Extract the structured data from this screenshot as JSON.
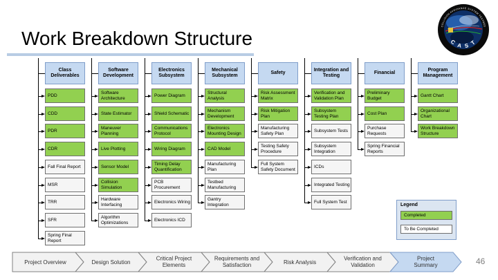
{
  "slide": {
    "title": "Work Breakdown Structure",
    "page_number": "46"
  },
  "logo": {
    "ring_text": "COLLISION AVOIDANCE SYSTEM TESTBED",
    "bottom_text": "C A S T"
  },
  "colors": {
    "title_rule": "#B8CCE4",
    "header_fill": "#C5D9F1",
    "header_border": "#7F9DC9",
    "completed_fill": "#92D050",
    "todo_fill": "#F5F5F5",
    "box_border": "#6E6E6E",
    "connector": "#000000",
    "legend_fill": "#DBE5F1",
    "legend_border": "#7F9DC9",
    "nav_fill": "#F2F2F2",
    "nav_border": "#808080",
    "nav_active_fill": "#C5D9F1",
    "nav_active_border": "#7F9DC9",
    "nav_text": "#303030"
  },
  "wbs": {
    "legend": {
      "title": "Legend",
      "items": [
        {
          "label": "Completed",
          "status": "completed"
        },
        {
          "label": "To Be Completed",
          "status": "to_be_completed"
        }
      ]
    },
    "columns": [
      {
        "header": "Class Deliverables",
        "items": [
          {
            "label": "PDD",
            "status": "completed"
          },
          {
            "label": "CDD",
            "status": "completed"
          },
          {
            "label": "PDR",
            "status": "completed"
          },
          {
            "label": "CDR",
            "status": "completed"
          },
          {
            "label": "Fall Final Report",
            "status": "to_be_completed"
          },
          {
            "label": "MSR",
            "status": "to_be_completed"
          },
          {
            "label": "TRR",
            "status": "to_be_completed"
          },
          {
            "label": "SFR",
            "status": "to_be_completed"
          },
          {
            "label": "Spring Final Report",
            "status": "to_be_completed"
          }
        ]
      },
      {
        "header": "Software Development",
        "items": [
          {
            "label": "Software Architecture",
            "status": "completed"
          },
          {
            "label": "State Estimator",
            "status": "completed"
          },
          {
            "label": "Maneuver Planning",
            "status": "completed"
          },
          {
            "label": "Live Plotting",
            "status": "completed"
          },
          {
            "label": "Sensor Model",
            "status": "completed"
          },
          {
            "label": "Collision Simulation",
            "status": "completed"
          },
          {
            "label": "Hardware Interfacing",
            "status": "to_be_completed"
          },
          {
            "label": "Algorithm Optimizations",
            "status": "to_be_completed"
          }
        ]
      },
      {
        "header": "Electronics Subsystem",
        "items": [
          {
            "label": "Power Diagram",
            "status": "completed"
          },
          {
            "label": "Shield Schematic",
            "status": "completed"
          },
          {
            "label": "Communications Protocol",
            "status": "completed"
          },
          {
            "label": "Wiring Diagram",
            "status": "completed"
          },
          {
            "label": "Timing Delay Quantification",
            "status": "completed"
          },
          {
            "label": "PCB Procurement",
            "status": "to_be_completed"
          },
          {
            "label": "Electronics Wiring",
            "status": "to_be_completed"
          },
          {
            "label": "Electronics ICD",
            "status": "to_be_completed"
          }
        ]
      },
      {
        "header": "Mechanical Subsystem",
        "items": [
          {
            "label": "Structural Analysis",
            "status": "completed"
          },
          {
            "label": "Mechanism Development",
            "status": "completed"
          },
          {
            "label": "Electronics Mounting Design",
            "status": "completed"
          },
          {
            "label": "CAD Model",
            "status": "completed"
          },
          {
            "label": "Manufacturing Plan",
            "status": "to_be_completed"
          },
          {
            "label": "Testbed Manufacturing",
            "status": "to_be_completed"
          },
          {
            "label": "Gantry Integration",
            "status": "to_be_completed"
          }
        ]
      },
      {
        "header": "Safety",
        "items": [
          {
            "label": "Risk Assessment Matrix",
            "status": "completed"
          },
          {
            "label": "Risk Mitigation Plan",
            "status": "completed"
          },
          {
            "label": "Manufacturing Safety Plan",
            "status": "to_be_completed"
          },
          {
            "label": "Testing Safety Procedure",
            "status": "to_be_completed"
          },
          {
            "label": "Full System Safety Document",
            "status": "to_be_completed"
          }
        ]
      },
      {
        "header": "Integration and Testing",
        "items": [
          {
            "label": "Verification and Validation Plan",
            "status": "completed"
          },
          {
            "label": "Subsystem Testing Plan",
            "status": "completed"
          },
          {
            "label": "Subsystem Tests",
            "status": "to_be_completed"
          },
          {
            "label": "Subsystem Integration",
            "status": "to_be_completed"
          },
          {
            "label": "ICDs",
            "status": "to_be_completed"
          },
          {
            "label": "Integrated Testing",
            "status": "to_be_completed"
          },
          {
            "label": "Full System Test",
            "status": "to_be_completed"
          }
        ]
      },
      {
        "header": "Financial",
        "items": [
          {
            "label": "Preliminary Budget",
            "status": "completed"
          },
          {
            "label": "Cost Plan",
            "status": "completed"
          },
          {
            "label": "Purchase Requests",
            "status": "to_be_completed"
          },
          {
            "label": "Spring Financial Reports",
            "status": "to_be_completed"
          }
        ]
      },
      {
        "header": "Program Management",
        "items": [
          {
            "label": "Gantt Chart",
            "status": "completed"
          },
          {
            "label": "Organizational Chart",
            "status": "completed"
          },
          {
            "label": "Work Breakdown Structure",
            "status": "completed"
          }
        ]
      }
    ]
  },
  "nav": {
    "steps": [
      {
        "label": "Project Overview",
        "lines": [
          "Project Overview"
        ],
        "active": false
      },
      {
        "label": "Design Solution",
        "lines": [
          "Design Solution"
        ],
        "active": false
      },
      {
        "label": "Critical Project Elements",
        "lines": [
          "Critical Project",
          "Elements"
        ],
        "active": false
      },
      {
        "label": "Requirements and Satisfaction",
        "lines": [
          "Requirements and",
          "Satisfaction"
        ],
        "active": false
      },
      {
        "label": "Risk Analysis",
        "lines": [
          "Risk Analysis"
        ],
        "active": false
      },
      {
        "label": "Verification and Validation",
        "lines": [
          "Verification and",
          "Validation"
        ],
        "active": false
      },
      {
        "label": "Project Summary",
        "lines": [
          "Project",
          "Summary"
        ],
        "active": true
      }
    ]
  }
}
